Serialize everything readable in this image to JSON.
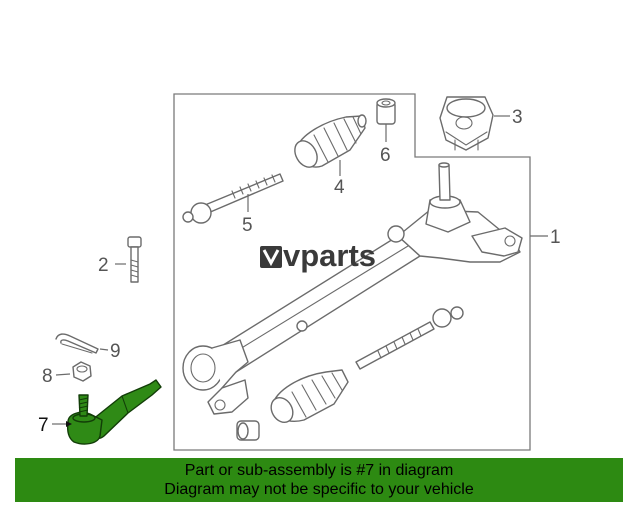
{
  "labels": {
    "l1": "1",
    "l2": "2",
    "l3": "3",
    "l4": "4",
    "l5": "5",
    "l6": "6",
    "l7": "7",
    "l8": "8",
    "l9": "9"
  },
  "watermark": {
    "text": "vparts"
  },
  "highlight": {
    "part_number": "7",
    "color": "#2f8a16"
  },
  "banner": {
    "line1": "Part or sub-assembly is #7 in diagram",
    "line2": "Diagram may not be specific to your vehicle",
    "background": "#2d8a12"
  }
}
